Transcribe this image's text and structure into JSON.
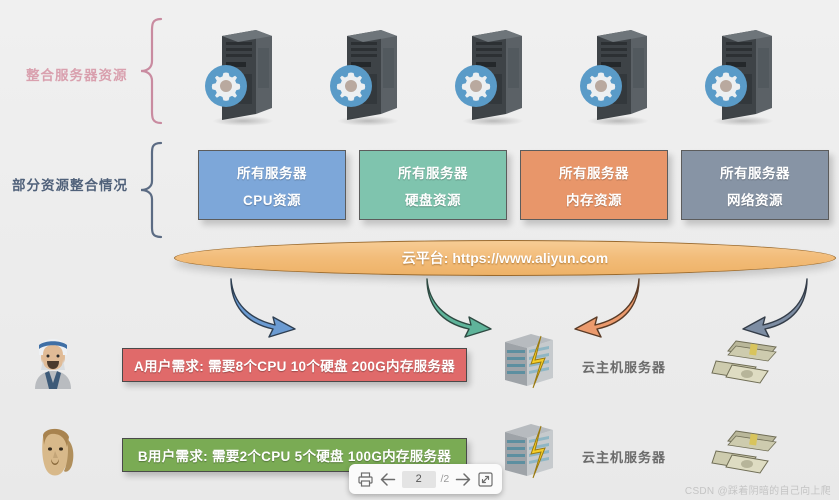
{
  "labels": {
    "servers_row": "整合服务器资源",
    "resources_row": "部分资源整合情况"
  },
  "colors": {
    "background": "#ececec",
    "label_servers": "#d9a0ae",
    "label_resources": "#50617a",
    "brace_servers": "#c98ba0",
    "brace_resources": "#5b6b83",
    "box_cpu": "#7da7d9",
    "box_disk": "#7fc4ae",
    "box_memory": "#e8966a",
    "box_network": "#8794a5",
    "cloud_fill": "#f2bc79",
    "cloud_border": "#9a6a2e",
    "demand_a": "#e06a6a",
    "demand_b": "#7aab54",
    "gear_blue": "#5a9bc8",
    "bolt_yellow": "#f5cf28"
  },
  "servers": [
    {
      "name": "server-tower-1",
      "icon": "gear-icon"
    },
    {
      "name": "server-tower-2",
      "icon": "gear-icon"
    },
    {
      "name": "server-tower-3",
      "icon": "gear-icon"
    },
    {
      "name": "server-tower-4",
      "icon": "gear-icon"
    },
    {
      "name": "server-tower-5",
      "icon": "gear-icon"
    }
  ],
  "resource_boxes": [
    {
      "line1": "所有服务器",
      "line2": "CPU资源",
      "color": "#7da7d9"
    },
    {
      "line1": "所有服务器",
      "line2": "硬盘资源",
      "color": "#7fc4ae"
    },
    {
      "line1": "所有服务器",
      "line2": "内存资源",
      "color": "#e8966a"
    },
    {
      "line1": "所有服务器",
      "line2": "网络资源",
      "color": "#8794a5"
    }
  ],
  "cloud": {
    "text": "云平台: https://www.aliyun.com"
  },
  "arrows": [
    {
      "name": "arrow-cpu-to-user",
      "color": "#6b9bd2",
      "direction": "down-right"
    },
    {
      "name": "arrow-disk-to-user",
      "color": "#5fb49a",
      "direction": "down-right"
    },
    {
      "name": "arrow-memory-to-host",
      "color": "#eb9a6d",
      "direction": "down-left"
    },
    {
      "name": "arrow-network-to-host",
      "color": "#7d8da3",
      "direction": "down-left"
    }
  ],
  "demands": [
    {
      "id": "demand-a",
      "text": "A用户需求: 需要8个CPU 10个硬盘  200G内存服务器",
      "avatar": "user-avatar-arab",
      "host_label": "云主机服务器"
    },
    {
      "id": "demand-b",
      "text": "B用户需求: 需要2个CPU 5个硬盘  100G内存服务器",
      "avatar": "user-avatar-longhair",
      "host_label": "云主机服务器"
    }
  ],
  "pdf_toolbar": {
    "print_icon": "printer-icon",
    "prev_icon": "arrow-left-icon",
    "page_current": "2",
    "page_total": "/2",
    "next_icon": "arrow-right-icon",
    "fullscreen_icon": "fullscreen-icon"
  },
  "watermark": {
    "text": "CSDN @踩着阴暗的自己向上爬"
  }
}
